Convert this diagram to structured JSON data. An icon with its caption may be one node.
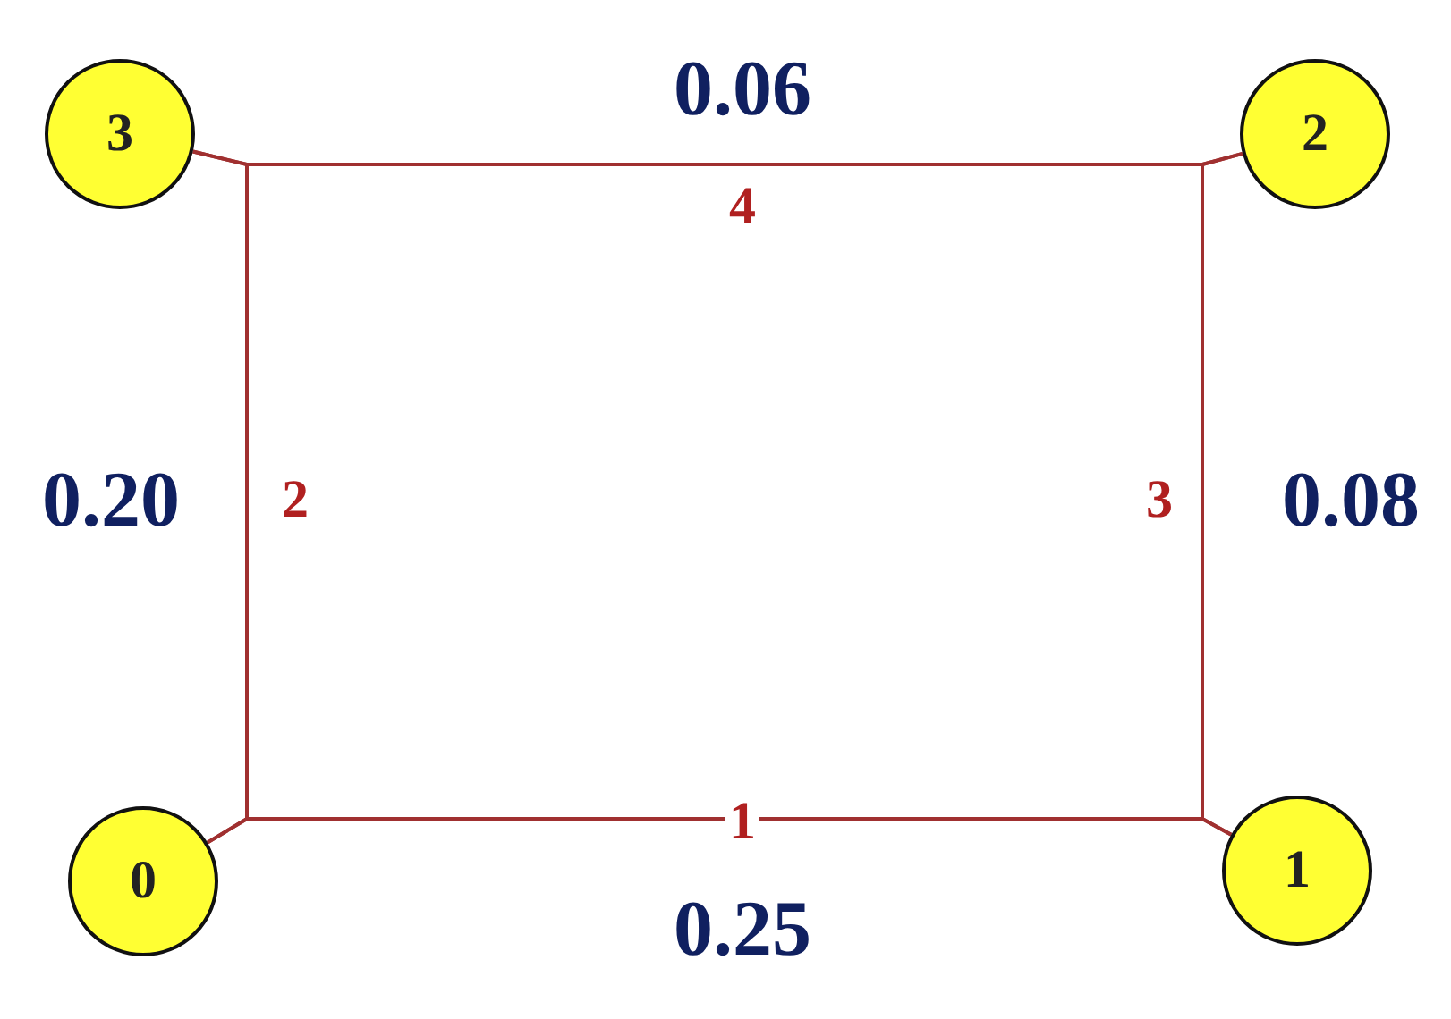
{
  "diagram": {
    "nodes": [
      {
        "text": [
          "3"
        ]
      },
      {
        "text": [
          "2"
        ]
      },
      {
        "text": [
          "0"
        ]
      },
      {
        "text": [
          "1"
        ]
      }
    ],
    "edges": [
      {
        "from": 0,
        "to": 1,
        "arrow": "none",
        "label": "4"
      },
      {
        "from": 0,
        "to": 2,
        "arrow": "none",
        "label": "2"
      },
      {
        "from": 1,
        "to": 3,
        "arrow": "none",
        "label": "3"
      },
      {
        "from": 2,
        "to": 3,
        "arrow": "none",
        "label": "1"
      }
    ],
    "labels": [
      "0.06",
      "0.20",
      "0.08",
      "0.25"
    ]
  }
}
